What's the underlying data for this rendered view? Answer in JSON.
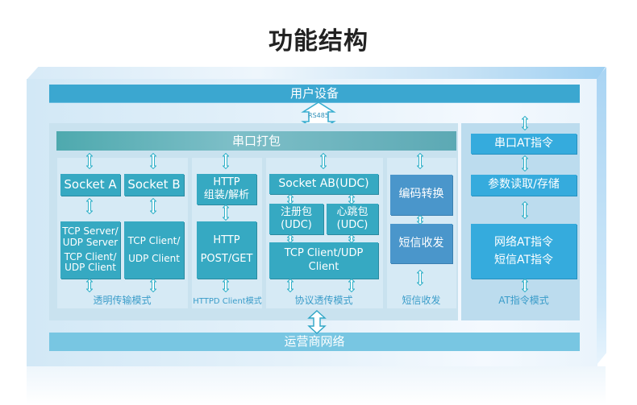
{
  "title": "功能结构",
  "user_device": "用户设备",
  "rs485": "RS485",
  "serial_pack": "串口打包",
  "carrier_network": "运营商网络",
  "columns": {
    "transparent": {
      "socket_a": "Socket A",
      "socket_b": "Socket B",
      "box_a_lines": [
        "TCP Server/",
        "UDP Server",
        "TCP Client/",
        "UDP Client"
      ],
      "box_b_lines": [
        "TCP Client/",
        "UDP Client"
      ],
      "mode_label": "透明传输模式"
    },
    "httpd": {
      "top_lines": [
        "HTTP",
        "组装/解析"
      ],
      "bottom_lines": [
        "HTTP",
        "POST/GET"
      ],
      "mode_label": "HTTPD Client模式"
    },
    "protocol": {
      "socket_ab": "Socket AB(UDC)",
      "register_lines": [
        "注册包",
        "(UDC)"
      ],
      "heartbeat_lines": [
        "心跳包",
        "(UDC)"
      ],
      "client": "TCP Client/UDP Client",
      "mode_label": "协议透传模式"
    },
    "sms": {
      "encode": "编码转换",
      "sms_box": "短信收发",
      "mode_label": "短信收发"
    }
  },
  "at_mode": {
    "serial_at": "串口AT指令",
    "params": "参数读取/存储",
    "net_lines": [
      "网络AT指令",
      "短信AT指令"
    ],
    "mode_label": "AT指令模式"
  },
  "colors": {
    "teal_box": "#36a9c2",
    "blue_box": "#4a96cb",
    "at_box": "#35abdd",
    "user_bar": "#3ba7d0",
    "net_bar": "#78c6e2",
    "label_text": "#3a9cc9"
  }
}
